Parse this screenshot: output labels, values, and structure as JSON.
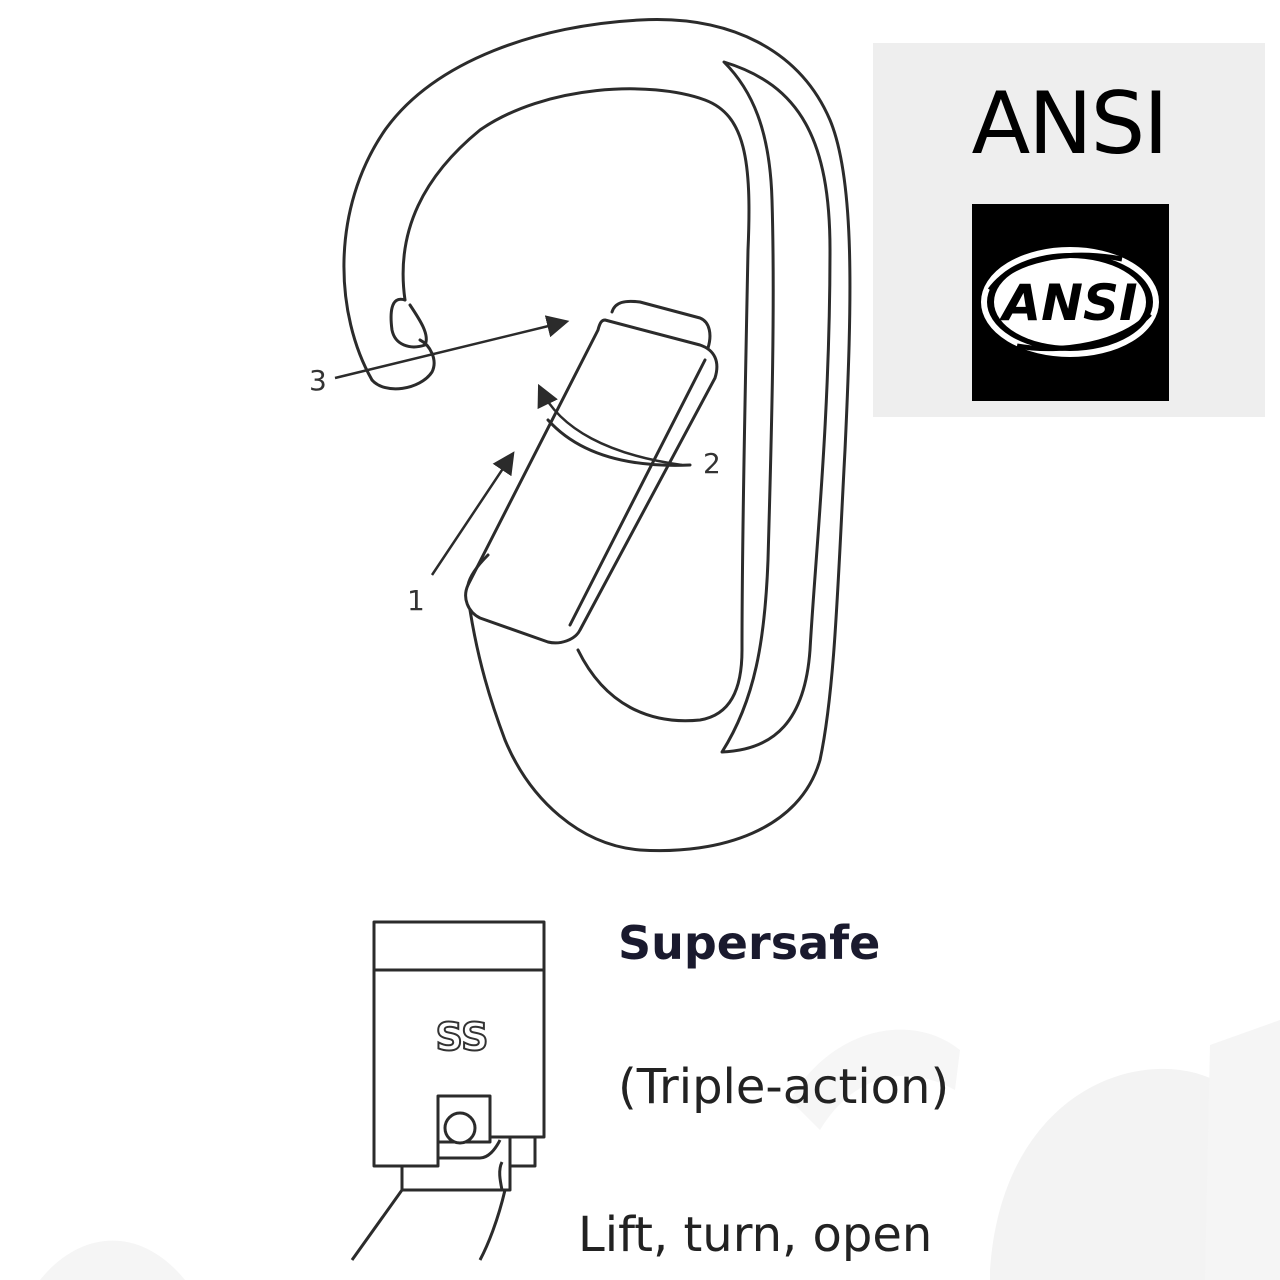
{
  "callouts": {
    "one": "1",
    "two": "2",
    "three": "3"
  },
  "ansi": {
    "heading": "ANSI",
    "logo_text": "ANSI"
  },
  "gate_badge": {
    "label": "SS"
  },
  "lock": {
    "title": "Supersafe",
    "subtitle": "(Triple-action)",
    "action": "Lift, turn, open"
  },
  "colors": {
    "line": "#2b2b2b",
    "panel": "#eeeeee",
    "logo_bg": "#000000",
    "watermark": "#f1f1f1"
  },
  "icons": [
    "carabiner-icon",
    "ansi-logo-icon",
    "gate-sleeve-icon",
    "arrow-icon"
  ]
}
